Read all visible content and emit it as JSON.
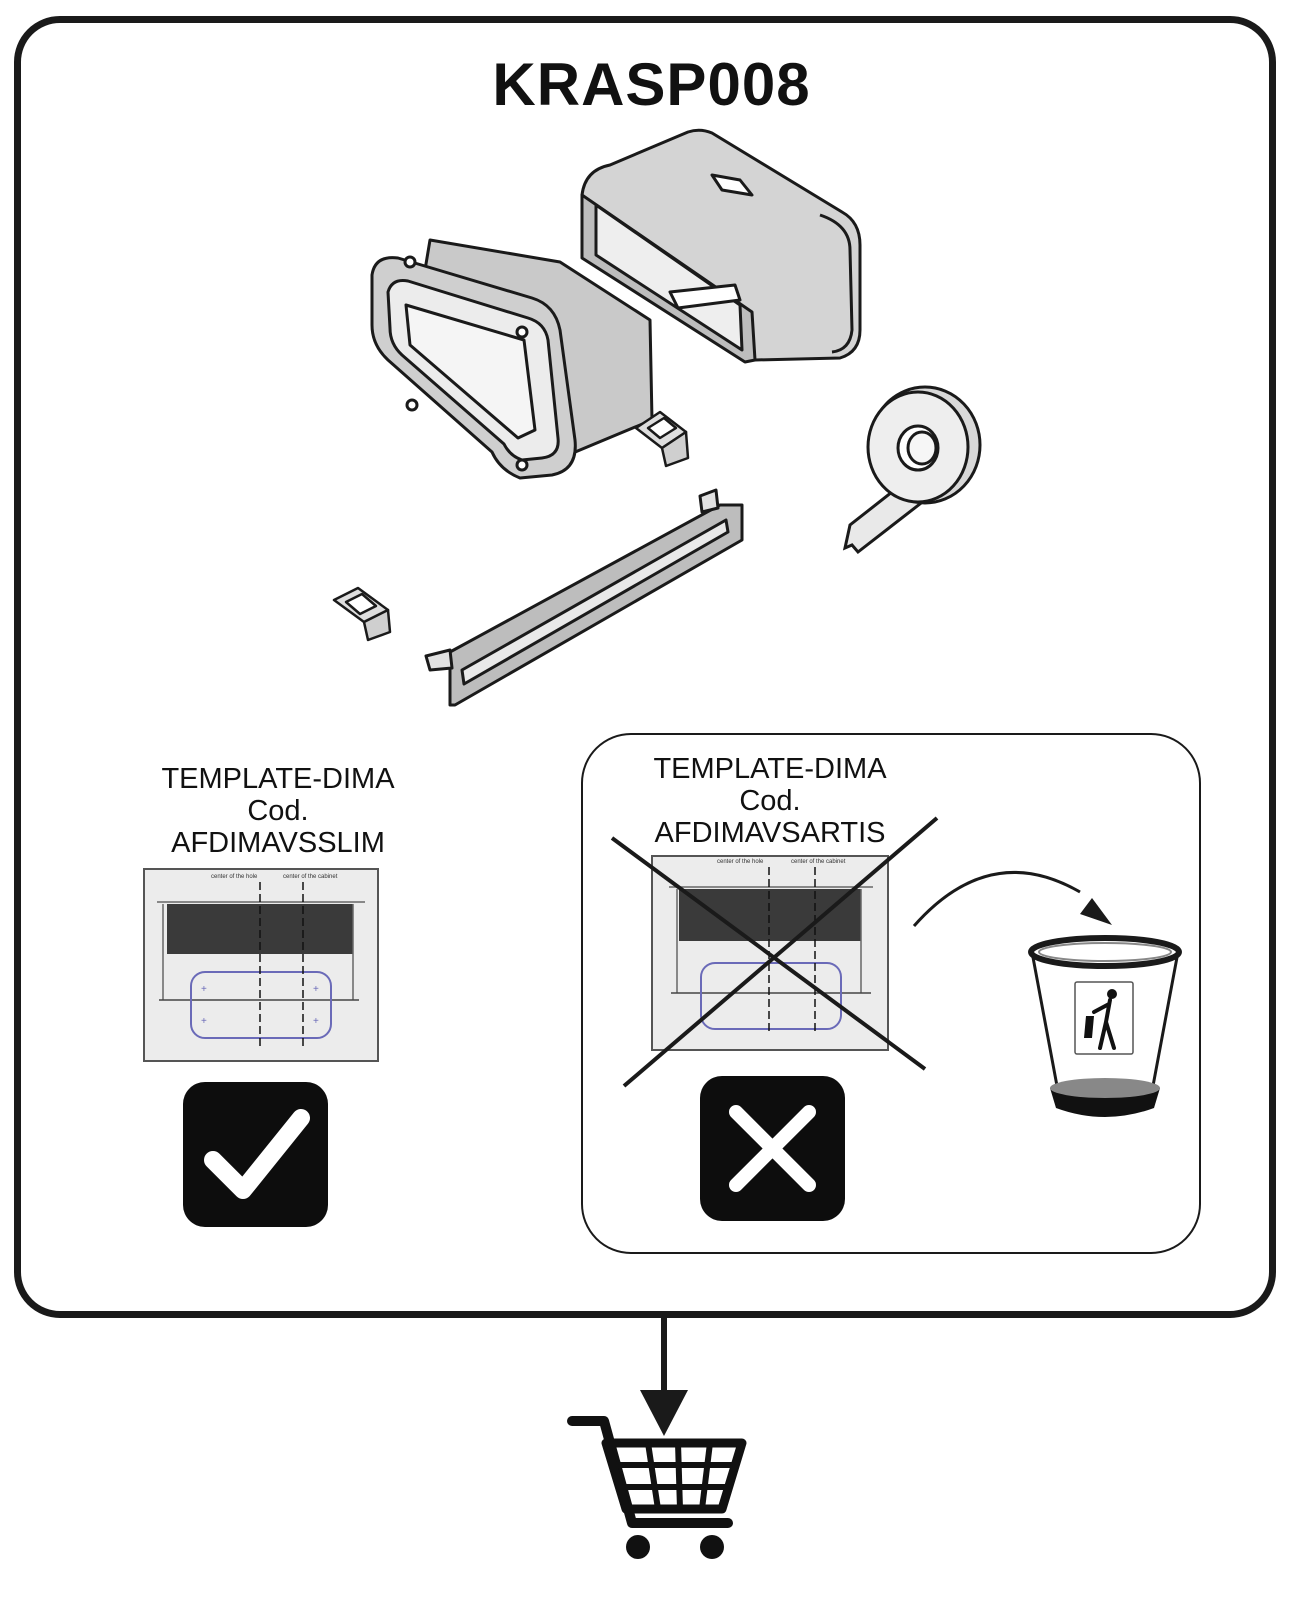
{
  "title": "KRASP008",
  "accepted_template": {
    "line1": "TEMPLATE-DIMA",
    "line2": "Cod.",
    "line3": "AFDIMAVSSLIM",
    "mark_left": "center of the hole",
    "mark_right": "center of the cabinet"
  },
  "rejected_template": {
    "line1": "TEMPLATE-DIMA",
    "line2": "Cod.",
    "line3": "AFDIMAVSARTIS",
    "mark_left": "center of the hole",
    "mark_right": "center of the cabinet"
  },
  "icons": {
    "accepted": "check-icon",
    "rejected": "cross-icon",
    "discard": "trash-bin-icon",
    "purchase": "shopping-cart-icon"
  },
  "colors": {
    "line": "#1a1a1a",
    "part_fill": "#d6d6d6",
    "template_outline": "#6a6ab8"
  }
}
